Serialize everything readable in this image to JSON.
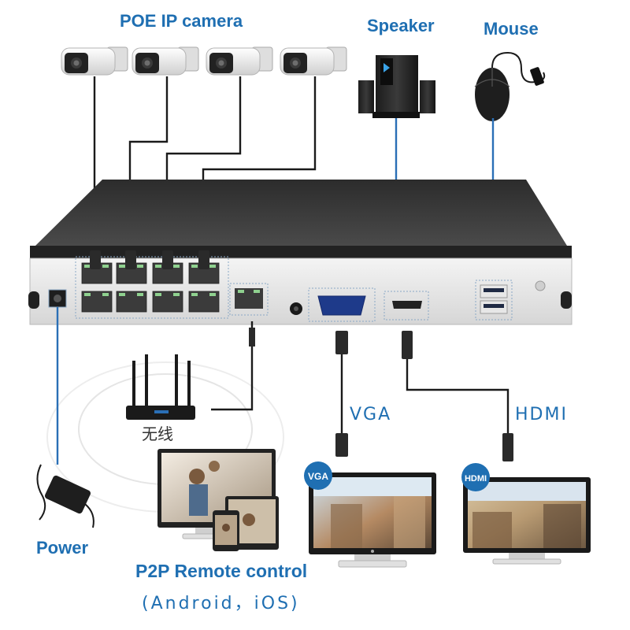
{
  "labels": {
    "cameras": "POE IP camera",
    "speaker": "Speaker",
    "mouse": "Mouse",
    "vga": "VGA",
    "hdmi": "HDMI",
    "wireless": "无线",
    "power": "Power",
    "p2p": "P2P Remote control",
    "platforms": "(Android，iOS)"
  },
  "badges": {
    "vga_badge": "VGA",
    "hdmi_badge": "HDMI"
  },
  "colors": {
    "label_blue": "#1f6fb2",
    "cable_blue": "#2a6fb6",
    "cable_black": "#1a1a1a",
    "port_highlight": "#8fd18f"
  }
}
